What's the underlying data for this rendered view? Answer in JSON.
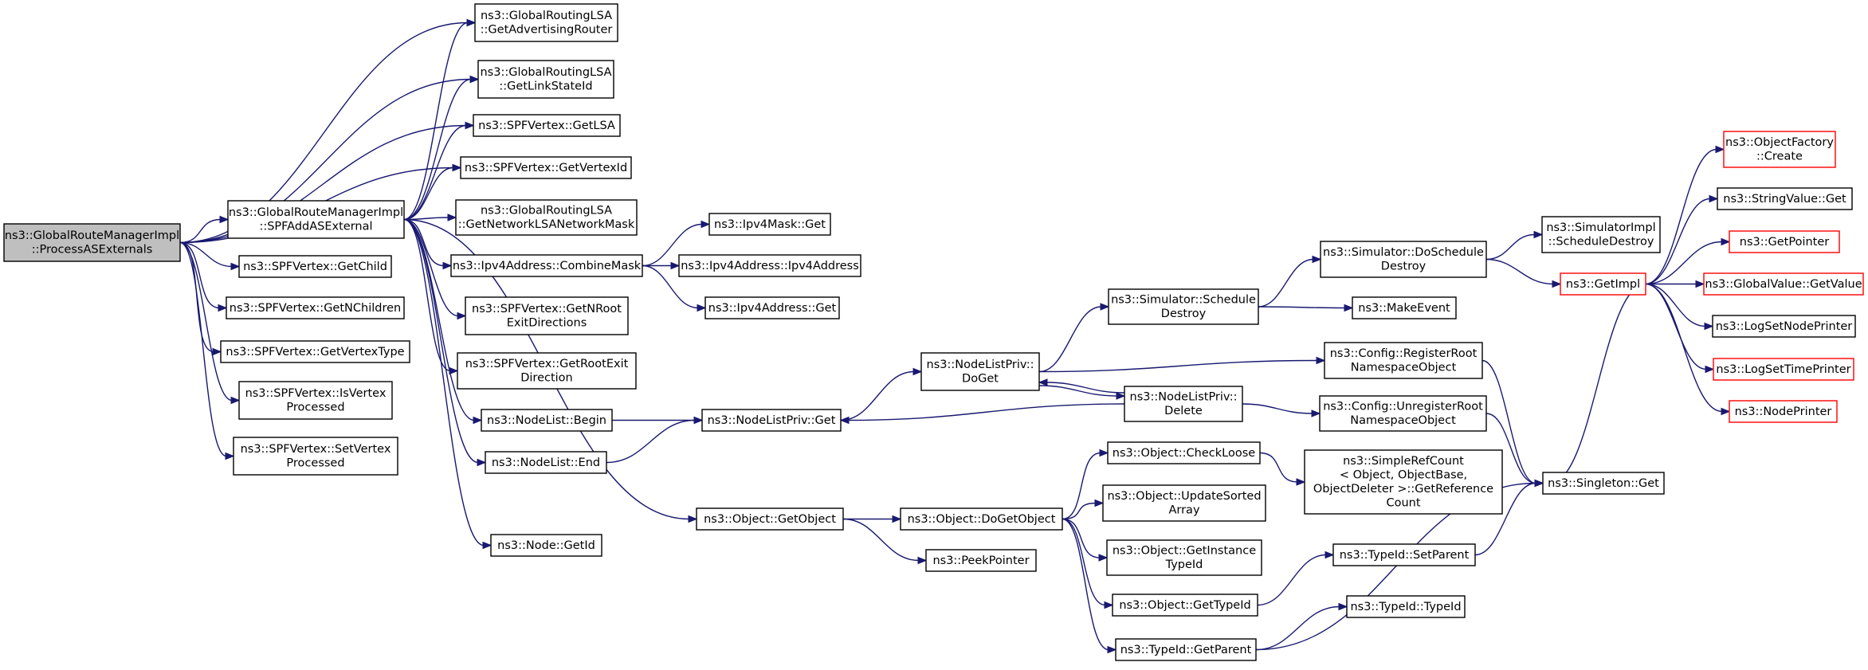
{
  "graph": {
    "nodes": [
      {
        "id": "processAS",
        "lines": [
          "ns3::GlobalRouteManagerImpl",
          "::ProcessASExternals"
        ],
        "root": true
      },
      {
        "id": "spfAddAS",
        "lines": [
          "ns3::GlobalRouteManagerImpl",
          "::SPFAddASExternal"
        ]
      },
      {
        "id": "getAdvRouter",
        "lines": [
          "ns3::GlobalRoutingLSA",
          "::GetAdvertisingRouter"
        ]
      },
      {
        "id": "getLinkStateId",
        "lines": [
          "ns3::GlobalRoutingLSA",
          "::GetLinkStateId"
        ]
      },
      {
        "id": "getLSA",
        "lines": [
          "ns3::SPFVertex::GetLSA"
        ]
      },
      {
        "id": "getVertexId",
        "lines": [
          "ns3::SPFVertex::GetVertexId"
        ]
      },
      {
        "id": "getNetMask",
        "lines": [
          "ns3::GlobalRoutingLSA",
          "::GetNetworkLSANetworkMask"
        ]
      },
      {
        "id": "getChild",
        "lines": [
          "ns3::SPFVertex::GetChild"
        ]
      },
      {
        "id": "getNChildren",
        "lines": [
          "ns3::SPFVertex::GetNChildren"
        ]
      },
      {
        "id": "getVertexType",
        "lines": [
          "ns3::SPFVertex::GetVertexType"
        ]
      },
      {
        "id": "isVertexProcessed",
        "lines": [
          "ns3::SPFVertex::IsVertex",
          "Processed"
        ]
      },
      {
        "id": "setVertexProcessed",
        "lines": [
          "ns3::SPFVertex::SetVertex",
          "Processed"
        ]
      },
      {
        "id": "combineMask",
        "lines": [
          "ns3::Ipv4Address::CombineMask"
        ]
      },
      {
        "id": "getNRootExit",
        "lines": [
          "ns3::SPFVertex::GetNRoot",
          "ExitDirections"
        ]
      },
      {
        "id": "getRootExit",
        "lines": [
          "ns3::SPFVertex::GetRootExit",
          "Direction"
        ]
      },
      {
        "id": "nodeListBegin",
        "lines": [
          "ns3::NodeList::Begin"
        ]
      },
      {
        "id": "nodeListEnd",
        "lines": [
          "ns3::NodeList::End"
        ]
      },
      {
        "id": "objectGetObject",
        "lines": [
          "ns3::Object::GetObject"
        ]
      },
      {
        "id": "nodeGetId",
        "lines": [
          "ns3::Node::GetId"
        ]
      },
      {
        "id": "ipv4MaskGet",
        "lines": [
          "ns3::Ipv4Mask::Get"
        ]
      },
      {
        "id": "ipv4AddrCtor",
        "lines": [
          "ns3::Ipv4Address::Ipv4Address"
        ]
      },
      {
        "id": "ipv4AddrGet",
        "lines": [
          "ns3::Ipv4Address::Get"
        ]
      },
      {
        "id": "nodeListPrivGet",
        "lines": [
          "ns3::NodeListPriv::Get"
        ]
      },
      {
        "id": "nodeListPrivDoGet",
        "lines": [
          "ns3::NodeListPriv::",
          "DoGet"
        ]
      },
      {
        "id": "objectDoGetObject",
        "lines": [
          "ns3::Object::DoGetObject"
        ]
      },
      {
        "id": "peekPointer",
        "lines": [
          "ns3::PeekPointer"
        ]
      },
      {
        "id": "simScheduleDestroy",
        "lines": [
          "ns3::Simulator::Schedule",
          "Destroy"
        ]
      },
      {
        "id": "nodeListPrivDelete",
        "lines": [
          "ns3::NodeListPriv::",
          "Delete"
        ]
      },
      {
        "id": "checkLoose",
        "lines": [
          "ns3::Object::CheckLoose"
        ]
      },
      {
        "id": "updateSorted",
        "lines": [
          "ns3::Object::UpdateSorted",
          "Array"
        ]
      },
      {
        "id": "getInstanceTypeId",
        "lines": [
          "ns3::Object::GetInstance",
          "TypeId"
        ]
      },
      {
        "id": "objectGetTypeId",
        "lines": [
          "ns3::Object::GetTypeId"
        ]
      },
      {
        "id": "typeIdGetParent",
        "lines": [
          "ns3::TypeId::GetParent"
        ]
      },
      {
        "id": "simDoScheduleDestroy",
        "lines": [
          "ns3::Simulator::DoSchedule",
          "Destroy"
        ]
      },
      {
        "id": "makeEvent",
        "lines": [
          "ns3::MakeEvent"
        ]
      },
      {
        "id": "registerRoot",
        "lines": [
          "ns3::Config::RegisterRoot",
          "NamespaceObject"
        ]
      },
      {
        "id": "unregisterRoot",
        "lines": [
          "ns3::Config::UnregisterRoot",
          "NamespaceObject"
        ]
      },
      {
        "id": "getReferenceCount",
        "lines": [
          "ns3::SimpleRefCount",
          "< Object, ObjectBase,",
          " ObjectDeleter >::GetReference",
          "Count"
        ]
      },
      {
        "id": "typeIdSetParent",
        "lines": [
          "ns3::TypeId::SetParent"
        ]
      },
      {
        "id": "typeIdTypeId",
        "lines": [
          "ns3::TypeId::TypeId"
        ]
      },
      {
        "id": "simImplScheduleDestroy",
        "lines": [
          "ns3::SimulatorImpl",
          "::ScheduleDestroy"
        ]
      },
      {
        "id": "getImpl",
        "lines": [
          "ns3::GetImpl"
        ],
        "truncated": true
      },
      {
        "id": "singletonGet",
        "lines": [
          "ns3::Singleton::Get"
        ]
      },
      {
        "id": "objectFactoryCreate",
        "lines": [
          "ns3::ObjectFactory",
          "::Create"
        ],
        "truncated": true
      },
      {
        "id": "stringValueGet",
        "lines": [
          "ns3::StringValue::Get"
        ]
      },
      {
        "id": "getPointer",
        "lines": [
          "ns3::GetPointer"
        ],
        "truncated": true
      },
      {
        "id": "globalValueGetValue",
        "lines": [
          "ns3::GlobalValue::GetValue"
        ],
        "truncated": true
      },
      {
        "id": "logSetNodePrinter",
        "lines": [
          "ns3::LogSetNodePrinter"
        ]
      },
      {
        "id": "logSetTimePrinter",
        "lines": [
          "ns3::LogSetTimePrinter"
        ],
        "truncated": true
      },
      {
        "id": "nodePrinter",
        "lines": [
          "ns3::NodePrinter"
        ],
        "truncated": true
      }
    ],
    "edges": [
      [
        "processAS",
        "getAdvRouter"
      ],
      [
        "processAS",
        "getLinkStateId"
      ],
      [
        "processAS",
        "getLSA"
      ],
      [
        "processAS",
        "getVertexId"
      ],
      [
        "processAS",
        "spfAddAS"
      ],
      [
        "processAS",
        "getChild"
      ],
      [
        "processAS",
        "getNChildren"
      ],
      [
        "processAS",
        "getVertexType"
      ],
      [
        "processAS",
        "isVertexProcessed"
      ],
      [
        "processAS",
        "setVertexProcessed"
      ],
      [
        "spfAddAS",
        "getAdvRouter"
      ],
      [
        "spfAddAS",
        "getLinkStateId"
      ],
      [
        "spfAddAS",
        "getLSA"
      ],
      [
        "spfAddAS",
        "getVertexId"
      ],
      [
        "spfAddAS",
        "getNetMask"
      ],
      [
        "spfAddAS",
        "combineMask"
      ],
      [
        "spfAddAS",
        "getNRootExit"
      ],
      [
        "spfAddAS",
        "getRootExit"
      ],
      [
        "spfAddAS",
        "nodeListBegin"
      ],
      [
        "spfAddAS",
        "nodeListEnd"
      ],
      [
        "spfAddAS",
        "objectGetObject"
      ],
      [
        "spfAddAS",
        "nodeGetId"
      ],
      [
        "combineMask",
        "ipv4MaskGet"
      ],
      [
        "combineMask",
        "ipv4AddrCtor"
      ],
      [
        "combineMask",
        "ipv4AddrGet"
      ],
      [
        "nodeListBegin",
        "nodeListPrivGet"
      ],
      [
        "nodeListEnd",
        "nodeListPrivGet"
      ],
      [
        "nodeListPrivGet",
        "nodeListPrivDoGet"
      ],
      [
        "nodeListPrivDoGet",
        "simScheduleDestroy"
      ],
      [
        "nodeListPrivDoGet",
        "registerRoot"
      ],
      [
        "nodeListPrivDoGet",
        "nodeListPrivDelete"
      ],
      [
        "nodeListPrivDelete",
        "nodeListPrivDoGet"
      ],
      [
        "nodeListPrivDelete",
        "nodeListPrivGet"
      ],
      [
        "nodeListPrivDelete",
        "unregisterRoot"
      ],
      [
        "objectGetObject",
        "objectDoGetObject"
      ],
      [
        "objectGetObject",
        "peekPointer"
      ],
      [
        "objectDoGetObject",
        "checkLoose"
      ],
      [
        "objectDoGetObject",
        "updateSorted"
      ],
      [
        "objectDoGetObject",
        "getInstanceTypeId"
      ],
      [
        "objectDoGetObject",
        "objectGetTypeId"
      ],
      [
        "objectDoGetObject",
        "typeIdGetParent"
      ],
      [
        "checkLoose",
        "getReferenceCount"
      ],
      [
        "objectGetTypeId",
        "typeIdSetParent"
      ],
      [
        "typeIdGetParent",
        "typeIdTypeId"
      ],
      [
        "typeIdGetParent",
        "singletonGet"
      ],
      [
        "typeIdSetParent",
        "singletonGet"
      ],
      [
        "simScheduleDestroy",
        "simDoScheduleDestroy"
      ],
      [
        "simScheduleDestroy",
        "makeEvent"
      ],
      [
        "simDoScheduleDestroy",
        "simImplScheduleDestroy"
      ],
      [
        "simDoScheduleDestroy",
        "getImpl"
      ],
      [
        "registerRoot",
        "singletonGet"
      ],
      [
        "unregisterRoot",
        "singletonGet"
      ],
      [
        "getImpl",
        "objectFactoryCreate"
      ],
      [
        "getImpl",
        "stringValueGet"
      ],
      [
        "getImpl",
        "getPointer"
      ],
      [
        "getImpl",
        "globalValueGetValue"
      ],
      [
        "getImpl",
        "logSetNodePrinter"
      ],
      [
        "getImpl",
        "logSetTimePrinter"
      ],
      [
        "getImpl",
        "nodePrinter"
      ],
      [
        "getImpl",
        "singletonGet"
      ]
    ]
  },
  "colors": {
    "edge": "#191970",
    "root_fill": "#bfbfbf",
    "truncated_border": "#ff0000",
    "border": "#000000"
  }
}
